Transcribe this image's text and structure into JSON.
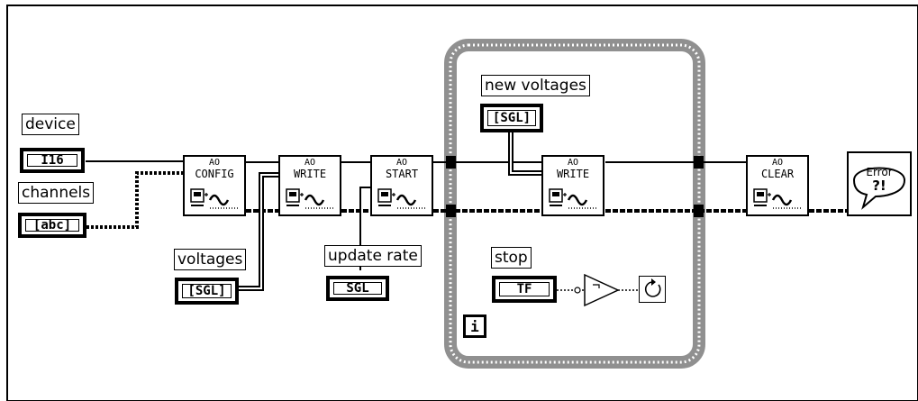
{
  "controls": {
    "device": "device",
    "device_type": "I16",
    "channels": "channels",
    "channels_type": "[abc]",
    "voltages": "voltages",
    "voltages_type": "[SGL]",
    "update_rate": "update rate",
    "update_rate_type": "SGL",
    "new_voltages": "new voltages",
    "new_voltages_type": "[SGL]",
    "stop": "stop",
    "stop_type": "TF"
  },
  "vis": {
    "prefix": "AO",
    "config": "CONFIG",
    "write1": "WRITE",
    "start": "START",
    "write2": "WRITE",
    "clear": "CLEAR"
  },
  "loop": {
    "iteration_terminal": "i"
  },
  "error": {
    "line1": "Error",
    "line2": "?!"
  }
}
